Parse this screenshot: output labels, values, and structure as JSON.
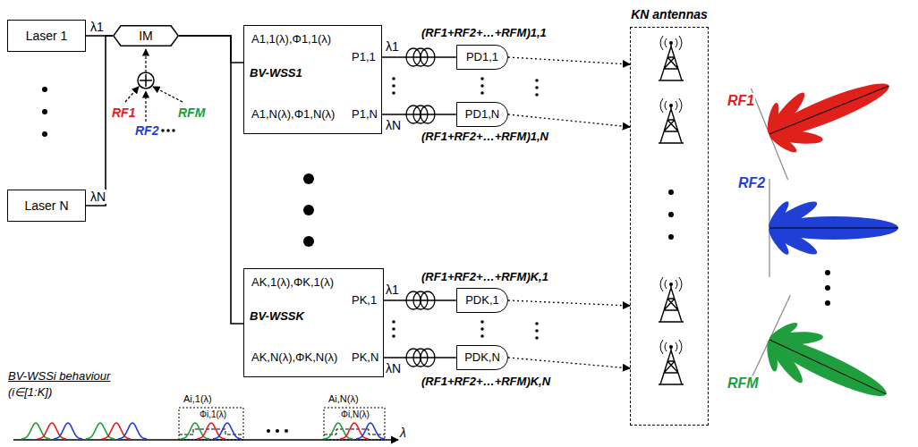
{
  "diagram": {
    "nodes": [
      {
        "text": [
          "Laser 1"
        ]
      },
      {
        "text": [
          "Laser N"
        ]
      },
      {
        "text": [
          "IM"
        ]
      },
      {
        "text": [
          "A1,1(λ),Φ1,1(λ)",
          "P1,1",
          "BV-WSS1",
          "A1,N(λ),Φ1,N(λ)",
          "P1,N"
        ]
      },
      {
        "text": [
          "AK,1(λ),ΦK,1(λ)",
          "PK,1",
          "BV-WSSK",
          "AK,N(λ),ΦK,N(λ)",
          "PK,N"
        ]
      },
      {
        "text": [
          "PD1,1"
        ]
      },
      {
        "text": [
          "PD1,N"
        ]
      },
      {
        "text": [
          "PDK,1"
        ]
      },
      {
        "text": [
          "PDK,N"
        ]
      },
      {
        "text": [
          "KN antennas"
        ]
      }
    ],
    "edges": [
      {
        "from": 0,
        "to": 2,
        "arrow": "none"
      },
      {
        "from": 1,
        "to": 2,
        "arrow": "none"
      },
      {
        "from": 2,
        "to": 3,
        "arrow": "none"
      },
      {
        "from": 2,
        "to": 4,
        "arrow": "none"
      },
      {
        "from": 3,
        "to": 5,
        "arrow": "none"
      },
      {
        "from": 3,
        "to": 6,
        "arrow": "none"
      },
      {
        "from": 4,
        "to": 7,
        "arrow": "none"
      },
      {
        "from": 4,
        "to": 8,
        "arrow": "none"
      },
      {
        "from": 5,
        "to": 9,
        "arrow": "to"
      },
      {
        "from": 6,
        "to": 9,
        "arrow": "to"
      },
      {
        "from": 7,
        "to": 9,
        "arrow": "to"
      },
      {
        "from": 8,
        "to": 9,
        "arrow": "to"
      }
    ],
    "labels": [
      "λ1",
      "λN",
      "RF1",
      "RF2",
      "RFM",
      "λ1",
      "λN",
      "λ1",
      "λN",
      "(RF1+RF2+…+RFM)1,1",
      "(RF1+RF2+…+RFM)1,N",
      "(RF1+RF2+…+RFM)K,1",
      "(RF1+RF2+…+RFM)K,N",
      "RF1",
      "RF2",
      "RFM",
      "BV-WSSi behaviour",
      "(i∈[1:K])",
      "Ai,1(λ)",
      "Φi,1(λ)",
      "Ai,N(λ)",
      "Φi,N(λ)",
      "λ"
    ]
  }
}
